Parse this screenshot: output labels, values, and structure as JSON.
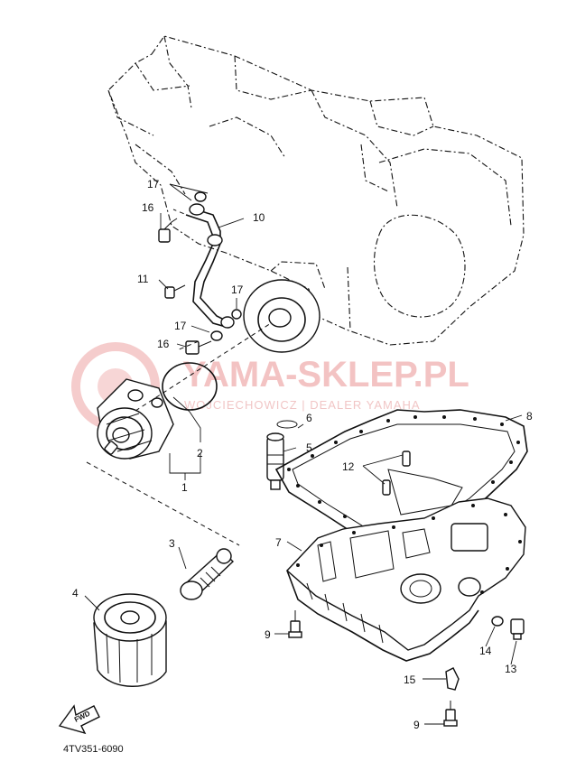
{
  "diagram": {
    "code": "4TV351-6090",
    "fwd_label": "FWD",
    "watermark": {
      "main": "YAMA-SKLEP.PL",
      "sub": "WOJCIECHOWICZ | DEALER YAMAHA"
    },
    "callouts": [
      "1",
      "2",
      "3",
      "4",
      "5",
      "6",
      "7",
      "8",
      "9",
      "9",
      "10",
      "11",
      "12",
      "13",
      "14",
      "15",
      "16",
      "16",
      "17",
      "17",
      "17"
    ]
  }
}
